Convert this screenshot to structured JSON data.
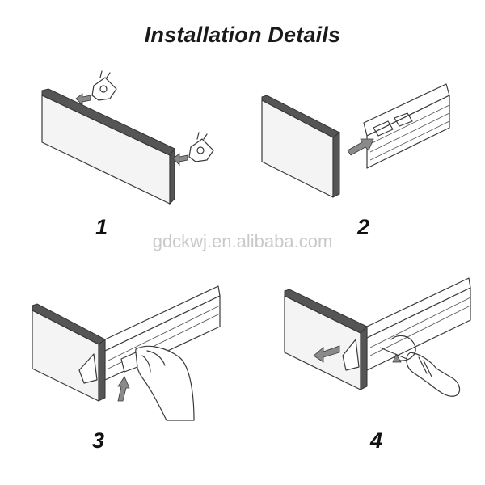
{
  "title": "Installation Details",
  "watermark": "gdckwj.en.alibaba.com",
  "steps": [
    {
      "number": "1"
    },
    {
      "number": "2"
    },
    {
      "number": "3"
    },
    {
      "number": "4"
    }
  ]
}
